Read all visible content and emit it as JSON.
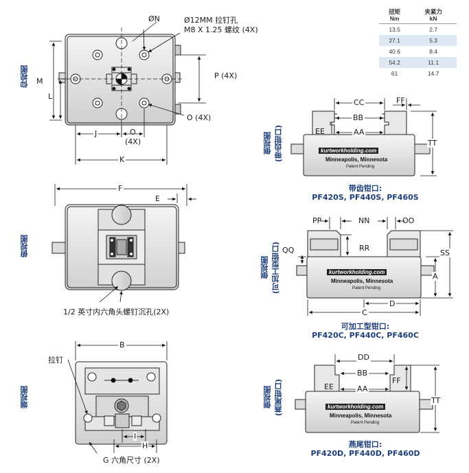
{
  "views": {
    "bottom": "仰视图",
    "top": "俯视图",
    "end": "端视图",
    "side_serrated": "侧视图\n(带齿钳口)",
    "side_machinable": "侧视图\n(可加工型钳口)",
    "side_dovetail": "侧视图\n(燕尾钳口)"
  },
  "dims": {
    "on": "ØN",
    "pull_stud_1": "Ø12MM 拉钉孔",
    "pull_stud_2": "M8 X 1.25 螺纹 (4X)",
    "m": "M",
    "l": "L",
    "p4x": "P (4X)",
    "o4x": "O (4X)",
    "j": "J",
    "o": "O",
    "o_4x": "(4X)",
    "k": "K",
    "f": "F",
    "e": "E",
    "socket_note": "1/2 英寸内六角头螺钉沉孔(2X)",
    "b": "B",
    "pull_stud": "拉钉",
    "i": "I",
    "h": "H",
    "g_note": "G 六角尺寸 (2X)",
    "cc": "CC",
    "ff": "FF",
    "bb": "BB",
    "ee": "EE",
    "aa": "AA",
    "tt": "TT",
    "pp": "PP",
    "nn": "NN",
    "oo": "OO",
    "qq": "QQ",
    "rr": "RR",
    "ss": "SS",
    "a": "A",
    "d": "D",
    "c": "C",
    "dd": "DD",
    "bb2": "BB",
    "ff2": "FF",
    "ee2": "EE",
    "aa2": "AA",
    "tt2": "TT"
  },
  "captions": {
    "serrated_title": "带齿钳口:",
    "serrated_models": "PF420S, PF440S, PF460S",
    "machinable_title": "可加工型钳口:",
    "machinable_models": "PF420C, PF440C, PF460C",
    "dovetail_title": "燕尾钳口:",
    "dovetail_models": "PF420D, PF440D, PF460D"
  },
  "branding": {
    "brand": "kurtworkholding.com",
    "city": "Minneapolis, Minnesota",
    "patent": "Patent Pending"
  },
  "force_table": {
    "header_torque": "扭矩",
    "header_torque_unit": "Nm",
    "header_force": "夹紧力",
    "header_force_unit": "kN",
    "rows": [
      [
        "13.5",
        "2.7"
      ],
      [
        "27.1",
        "5.3"
      ],
      [
        "40.6",
        "8.4"
      ],
      [
        "54.2",
        "11.1"
      ],
      [
        "61",
        "14.7"
      ]
    ]
  }
}
